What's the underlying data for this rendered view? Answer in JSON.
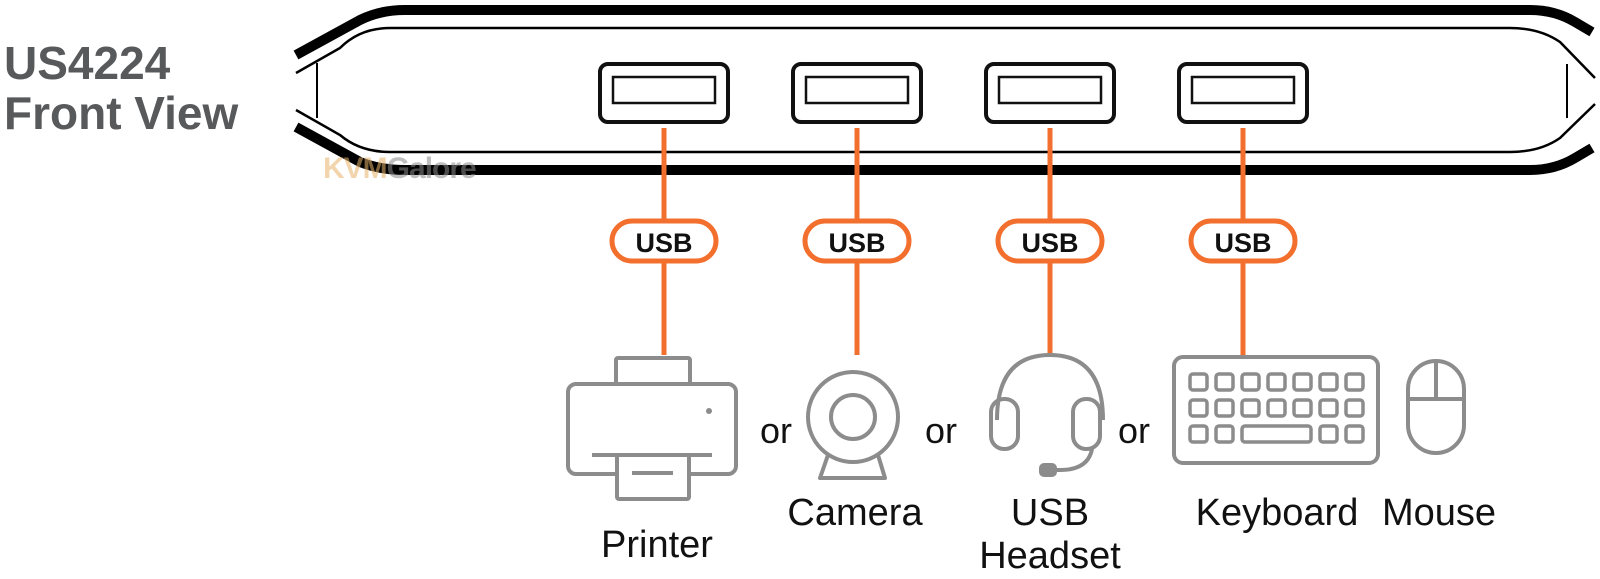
{
  "title": {
    "line1": "US4224",
    "line2": "Front View"
  },
  "watermark": {
    "part1": "KVM",
    "part2": "Galore"
  },
  "colors": {
    "cable": "#f26f2e",
    "device_outline": "#8c8c8c",
    "title": "#58595b",
    "chassis": "#000000"
  },
  "ports": [
    {
      "connector_label": "USB",
      "device": "printer"
    },
    {
      "connector_label": "USB",
      "device": "camera"
    },
    {
      "connector_label": "USB",
      "device": "headset"
    },
    {
      "connector_label": "USB",
      "device": "keyboard-mouse"
    }
  ],
  "devices": {
    "printer": "Printer",
    "camera": "Camera",
    "headset_line1": "USB",
    "headset_line2": "Headset",
    "keyboard": "Keyboard",
    "mouse": "Mouse"
  },
  "separators": [
    "or",
    "or",
    "or"
  ]
}
